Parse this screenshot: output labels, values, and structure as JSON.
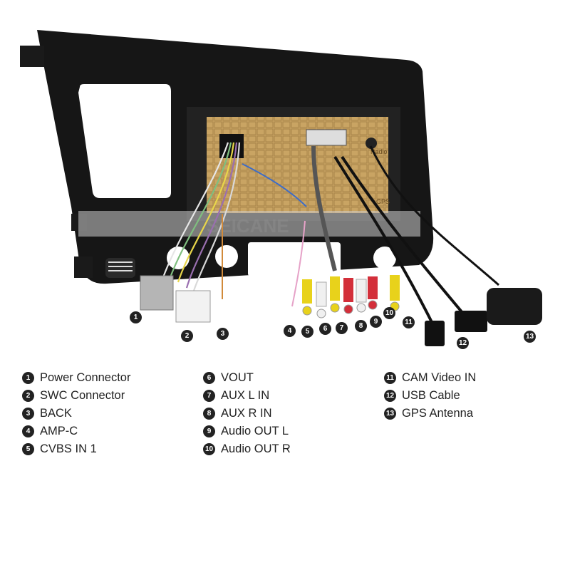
{
  "brand": "SEICANE",
  "panel_labels": {
    "radio": "Radio",
    "gps": "GPS"
  },
  "legend": [
    {
      "n": "1",
      "label": "Power Connector"
    },
    {
      "n": "2",
      "label": "SWC Connector"
    },
    {
      "n": "3",
      "label": "BACK"
    },
    {
      "n": "4",
      "label": "AMP-C"
    },
    {
      "n": "5",
      "label": "CVBS IN 1"
    },
    {
      "n": "6",
      "label": "VOUT"
    },
    {
      "n": "7",
      "label": "AUX L IN"
    },
    {
      "n": "8",
      "label": "AUX R IN"
    },
    {
      "n": "9",
      "label": "Audio OUT L"
    },
    {
      "n": "10",
      "label": "Audio OUT R"
    },
    {
      "n": "11",
      "label": "CAM Video IN"
    },
    {
      "n": "12",
      "label": "USB Cable"
    },
    {
      "n": "13",
      "label": "GPS Antenna"
    }
  ],
  "colors": {
    "frame": "#161616",
    "board": "#c9a463",
    "callout": "#222222"
  }
}
